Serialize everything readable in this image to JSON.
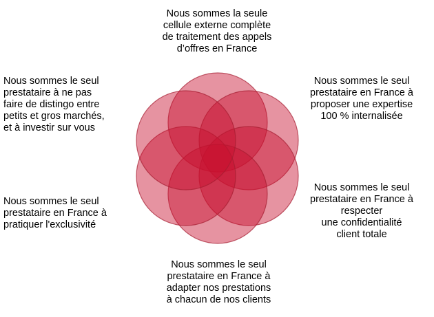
{
  "diagram": {
    "circle_color": "#C8102E",
    "circle_stroke": "#A51C30",
    "labels": [
      {
        "id": "top",
        "text": "Nous sommes la seule\ncellule externe complète\nde traitement des appels\nd’offres en France"
      },
      {
        "id": "top-right",
        "text": "Nous sommes le seul\nprestataire en France à\nproposer une expertise\n100 % internalisée"
      },
      {
        "id": "bottom-right",
        "text": "Nous sommes le seul\nprestataire en France à\nrespecter\nune confidentialité\nclient totale"
      },
      {
        "id": "bottom",
        "text": "Nous sommes le seul\nprestataire en France à\nadapter nos prestations\nà chacun de nos clients"
      },
      {
        "id": "bottom-left",
        "text": "Nous sommes le seul\nprestataire en France à\npratiquer l'exclusivité"
      },
      {
        "id": "top-left",
        "text": "Nous sommes le seul\nprestataire à ne pas\nfaire de distingo entre\npetits et gros marchés,\net à investir sur vous"
      }
    ]
  }
}
